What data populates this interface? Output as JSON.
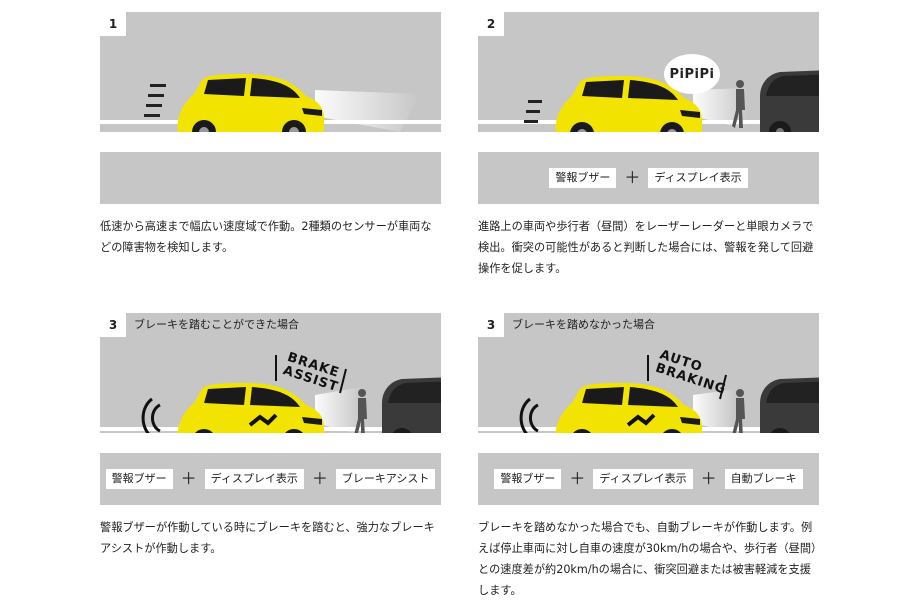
{
  "panels": [
    {
      "number": "1",
      "heading": "",
      "tags": [],
      "description": "低速から高速まで幅広い速度域で作動。2種類のセンサーが車両などの障害物を検知します。"
    },
    {
      "number": "2",
      "heading": "",
      "sound_label": "PiPiPi",
      "tags": [
        "警報ブザー",
        "ディスプレイ表示"
      ],
      "description": "進路上の車両や歩行者（昼間）をレーザーレーダーと単眼カメラで検出。衝突の可能性があると判断した場合には、警報を発して回避操作を促します。"
    },
    {
      "number": "3",
      "heading": "ブレーキを踏むことができた場合",
      "sign_line1": "BRAKE",
      "sign_line2": "ASSIST",
      "tags": [
        "警報ブザー",
        "ディスプレイ表示",
        "ブレーキアシスト"
      ],
      "description": "警報ブザーが作動している時にブレーキを踏むと、強力なブレーキアシストが作動します。"
    },
    {
      "number": "3",
      "heading": "ブレーキを踏めなかった場合",
      "sign_line1": "AUTO",
      "sign_line2": "BRAKING",
      "tags": [
        "警報ブザー",
        "ディスプレイ表示",
        "自動ブレーキ"
      ],
      "description": "ブレーキを踏めなかった場合でも、自動ブレーキが作動します。例えば停止車両に対し自車の速度が30km/hの場合や、歩行者（昼間）との速度差が約20km/hの場合に、衝突回避または被害軽減を支援します。"
    }
  ],
  "plus_symbol": "＋",
  "colors": {
    "car_body": "#f2e400",
    "scene_bg": "#c7c6c6",
    "road_line": "#ffffff",
    "other_car": "#3a3a3a"
  }
}
